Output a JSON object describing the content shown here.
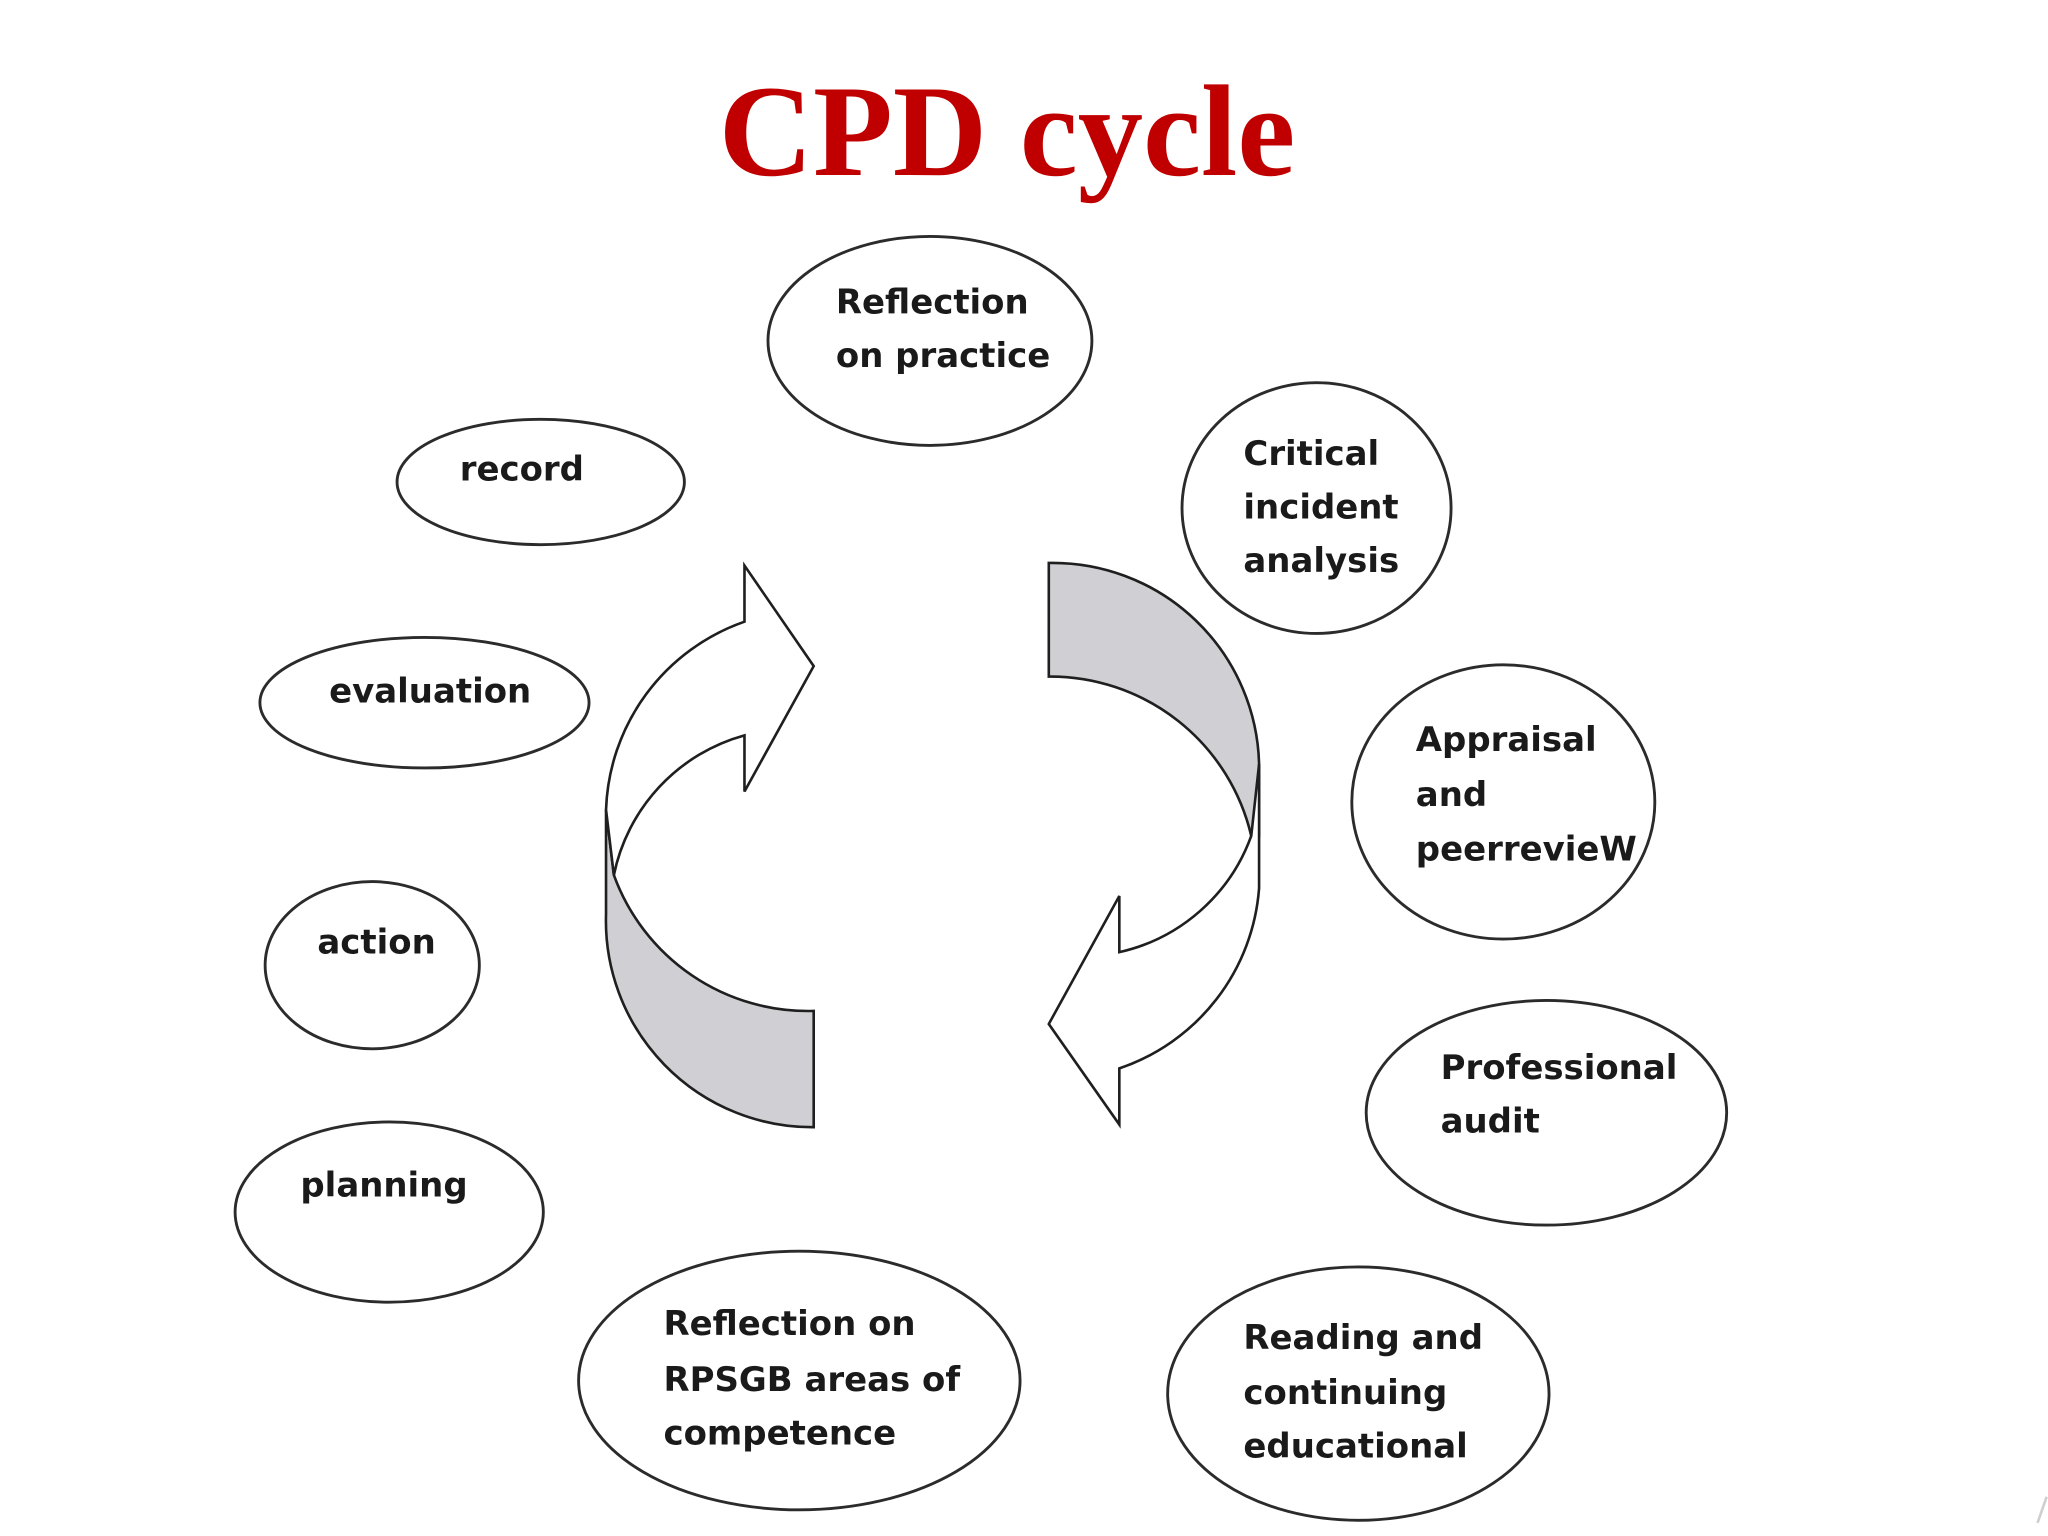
{
  "title": "CPD cycle",
  "colors": {
    "title": "#c00000",
    "shade": "#d0d0d4",
    "outline": "#1f1f1f"
  },
  "nodes": {
    "reflection_practice": [
      "Reflection",
      "on practice"
    ],
    "critical_incident": [
      "Critical",
      "incident",
      "analysis"
    ],
    "appraisal": [
      "Appraisal",
      "and",
      "peerrevieW"
    ],
    "professional_audit": [
      "Professional",
      "audit"
    ],
    "reading": [
      "Reading and",
      "continuing",
      "educational"
    ],
    "rpsgb": [
      "Reflection on",
      "RPSGB areas of",
      "competence"
    ],
    "record": [
      "record"
    ],
    "evaluation": [
      "evaluation"
    ],
    "action": [
      "action"
    ],
    "planning": [
      "planning"
    ]
  }
}
